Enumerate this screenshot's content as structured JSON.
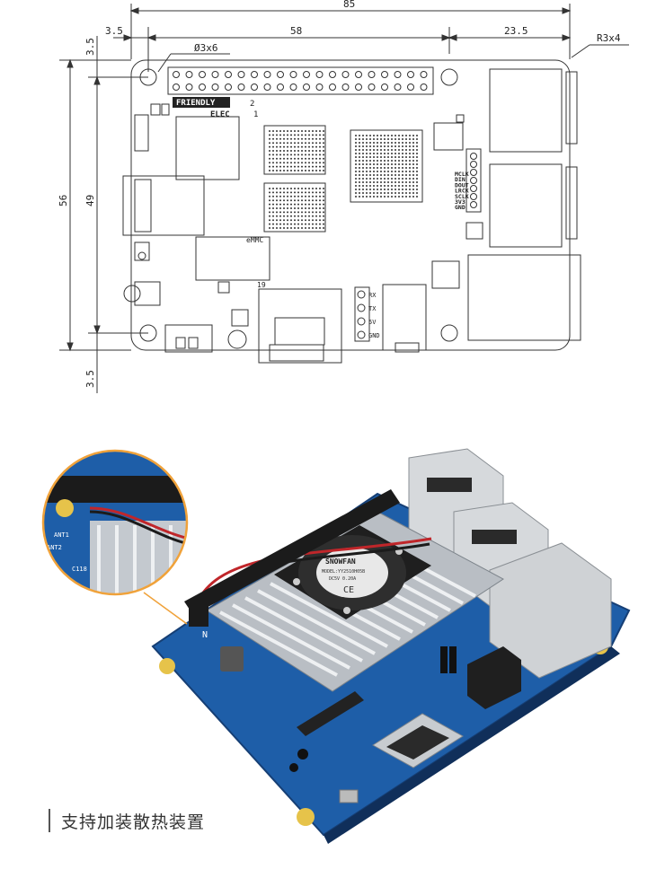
{
  "dimensions": {
    "overall_width": "85",
    "left_offset": "3.5",
    "header_span": "58",
    "right_offset": "23.5",
    "hole_spec": "Ø3x6",
    "corner_radius": "R3x4",
    "overall_height": "56",
    "hole_pitch_v": "49",
    "top_offset": "3.5",
    "bottom_offset": "3.5"
  },
  "board_labels": {
    "brand_1": "FRIENDLY",
    "brand_2": "ELEC",
    "pin1": "1",
    "pin2": "2",
    "emmc": "eMMC",
    "hdmi_pin": "19",
    "audio_pins": [
      "MCLK",
      "DIN",
      "DOUT",
      "LRCK",
      "SCLK",
      "3V3",
      "GND"
    ],
    "uart_pins": [
      "RX",
      "TX",
      "5V",
      "GND"
    ]
  },
  "photo": {
    "fan_brand": "SNOWFAN",
    "fan_model": "MODEL:YY2510H05B",
    "fan_rating": "DC5V 0.20A",
    "ce_mark": "CE",
    "board_silk": "N",
    "inset_labels": [
      "ANT1",
      "ANT2",
      "C118"
    ]
  },
  "caption": "支持加装散热装置",
  "colors": {
    "board": "#1e5ea8",
    "heatsink": "#c4c9cf",
    "callout": "#f0a23a",
    "line": "#333333"
  }
}
